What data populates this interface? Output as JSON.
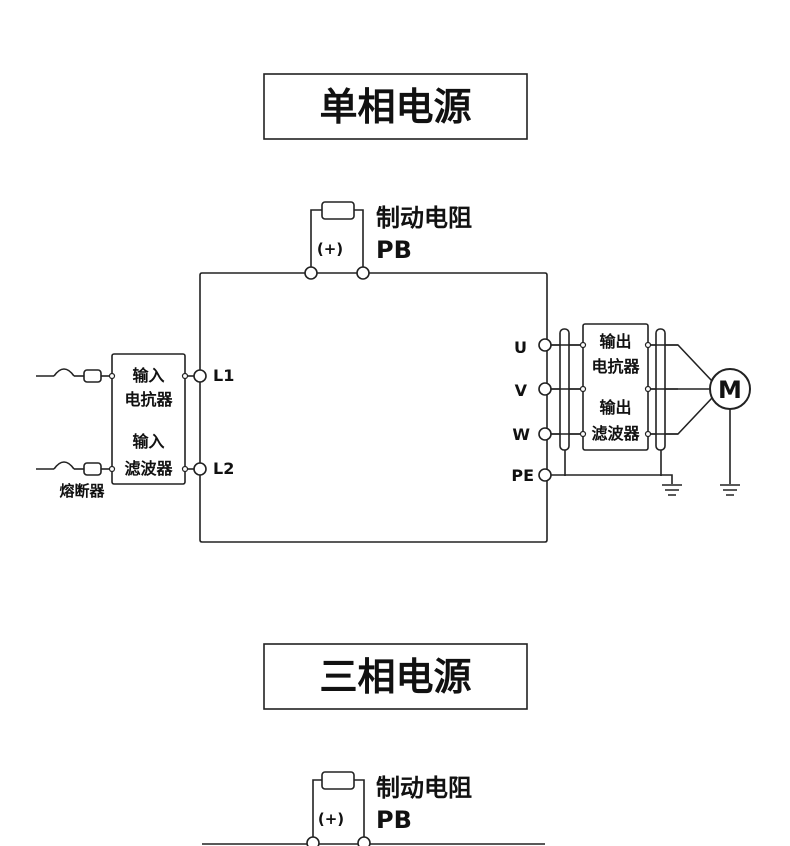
{
  "single_phase": {
    "title": "单相电源",
    "brake_resistor_label": "制动电阻",
    "pb_label": "PB",
    "plus_label": "(+)",
    "input_reactor_label": [
      "输入",
      "电抗器"
    ],
    "input_filter_label": [
      "输入",
      "滤波器"
    ],
    "fuse_label": "熔断器",
    "input_terminals": [
      "L1",
      "L2"
    ],
    "output_terminals": [
      "U",
      "V",
      "W",
      "PE"
    ],
    "output_reactor_label": [
      "输出",
      "电抗器"
    ],
    "output_filter_label": [
      "输出",
      "滤波器"
    ],
    "motor_label": "M"
  },
  "three_phase": {
    "title": "三相电源",
    "brake_resistor_label": "制动电阻",
    "pb_label": "PB",
    "plus_label": "(+)"
  }
}
